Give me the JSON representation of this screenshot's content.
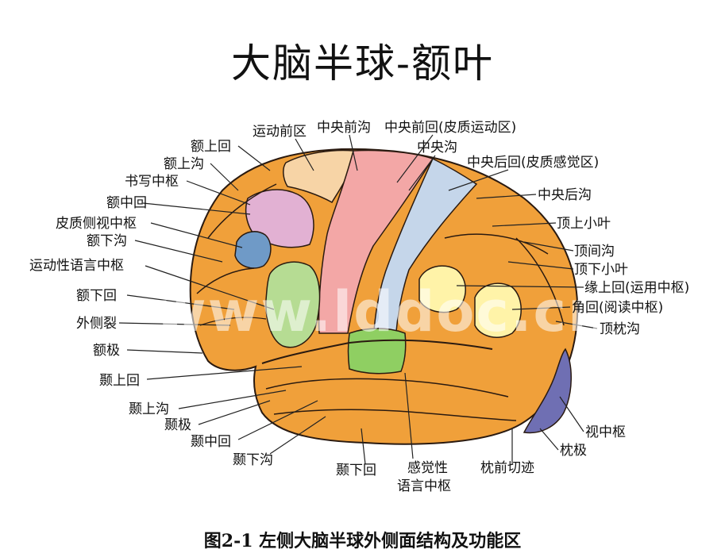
{
  "title": "大脑半球-额叶",
  "caption": "图2-1 左侧大脑半球外侧面结构及功能区",
  "watermark": "www.lddoc.cn",
  "colors": {
    "frontal": "#f0a03a",
    "premotor": "#f7d4a6",
    "precentral": "#f3a7a6",
    "postcentral": "#c5d6ea",
    "writing": "#e2b1d3",
    "visual_word": "#6f9ac7",
    "broca": "#b6dc93",
    "wernicke": "#8fcf62",
    "angular": "#fff3a8",
    "occipital": "#6f6fb3",
    "outline": "#2a1a10"
  },
  "labels": {
    "yundongqianqu": "运动前区",
    "zhongyangqiangou": "中央前沟",
    "zhongyangqianhui": "中央前回(皮质运动区)",
    "zhongyanggou": "中央沟",
    "zhongyanghouhui": "中央后回(皮质感觉区)",
    "zhongyanghougou": "中央后沟",
    "dingshangxiaoye": "顶上小叶",
    "dingjiangou": "顶间沟",
    "dingxiaxiaoye": "顶下小叶",
    "yuanshanghui": "缘上回(运用中枢)",
    "jiaohui": "角回(阅读中枢)",
    "dingzhengou": "顶枕沟",
    "shizhongshu": "视中枢",
    "zhenji": "枕极",
    "zhenqianqieji": "枕前切迹",
    "ganjuexing": "感觉性",
    "yuyanzhongshu": "语言中枢",
    "niexiahui": "颞下回",
    "niexiagou": "颞下沟",
    "niezhonghui": "颞中回",
    "nieji": "颞极",
    "nieshanggou": "颞上沟",
    "nieshanghui": "颞上回",
    "eji": "额极",
    "waicelie": "外侧裂",
    "exiahui": "额下回",
    "yundongxingyuyan": "运动性语言中枢",
    "exiagou": "额下沟",
    "pizhiceshi": "皮质侧视中枢",
    "ezhonghui": "额中回",
    "shuxiezhongshu": "书写中枢",
    "eshanggou": "额上沟",
    "eshanghui": "额上回"
  }
}
